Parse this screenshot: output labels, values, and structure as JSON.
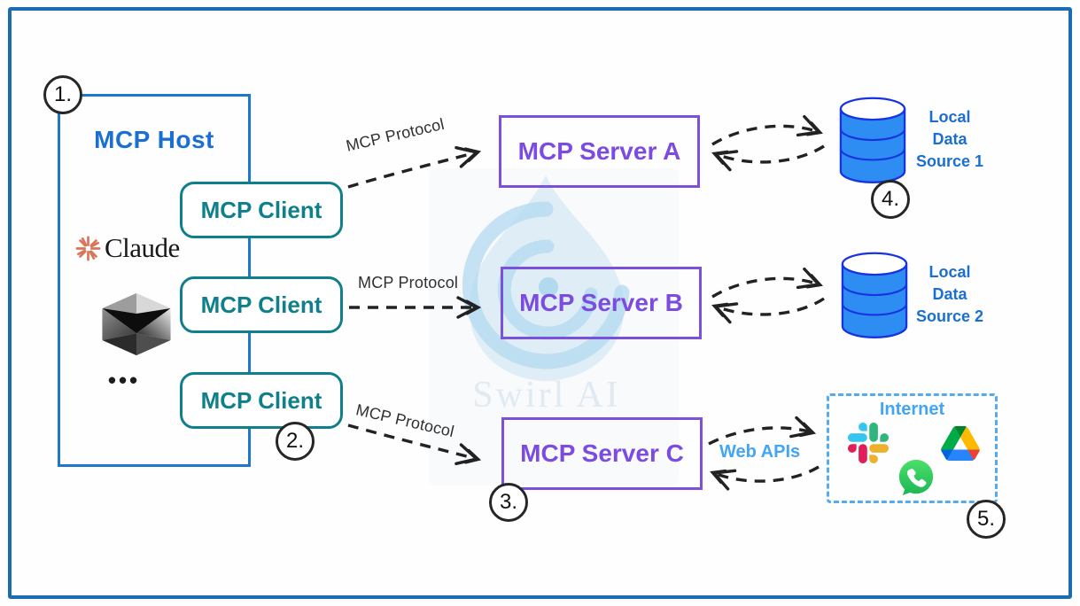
{
  "host": {
    "badge": "1.",
    "title": "MCP Host",
    "claude_wordmark": "Claude",
    "ellipsis": "•••",
    "clients": [
      {
        "label": "MCP Client"
      },
      {
        "label": "MCP Client"
      },
      {
        "label": "MCP Client"
      }
    ],
    "client3_badge": "2."
  },
  "protocol_labels": [
    {
      "text": "MCP Protocol"
    },
    {
      "text": "MCP Protocol"
    },
    {
      "text": "MCP Protocol"
    }
  ],
  "servers": [
    {
      "label": "MCP Server A"
    },
    {
      "label": "MCP Server B"
    },
    {
      "label": "MCP Server C"
    }
  ],
  "server3_badge": "3.",
  "data_sources": [
    {
      "label": "Local\nData\nSource 1",
      "badge": "4."
    },
    {
      "label": "Local\nData\nSource 2"
    }
  ],
  "internet": {
    "title": "Internet",
    "web_apis_label": "Web APIs",
    "badge": "5.",
    "icons": [
      "slack-icon",
      "google-drive-icon",
      "whatsapp-icon"
    ]
  },
  "watermark": {
    "brand": "Swirl AI"
  },
  "colors": {
    "frame_blue": "#1c6cb4",
    "host_blue": "#1d77cc",
    "host_text_blue": "#1a6fd0",
    "client_teal": "#0f7f8b",
    "server_purple": "#7b4fe0",
    "db_fill_blue": "#2e8df2",
    "db_stroke_blue": "#1634e0",
    "light_blue": "#42a5f5",
    "internet_dash_blue": "#55abf0",
    "arrow_black": "#222222",
    "claude_coral": "#d9765a",
    "watermark_blue": "#cfe6f4"
  }
}
